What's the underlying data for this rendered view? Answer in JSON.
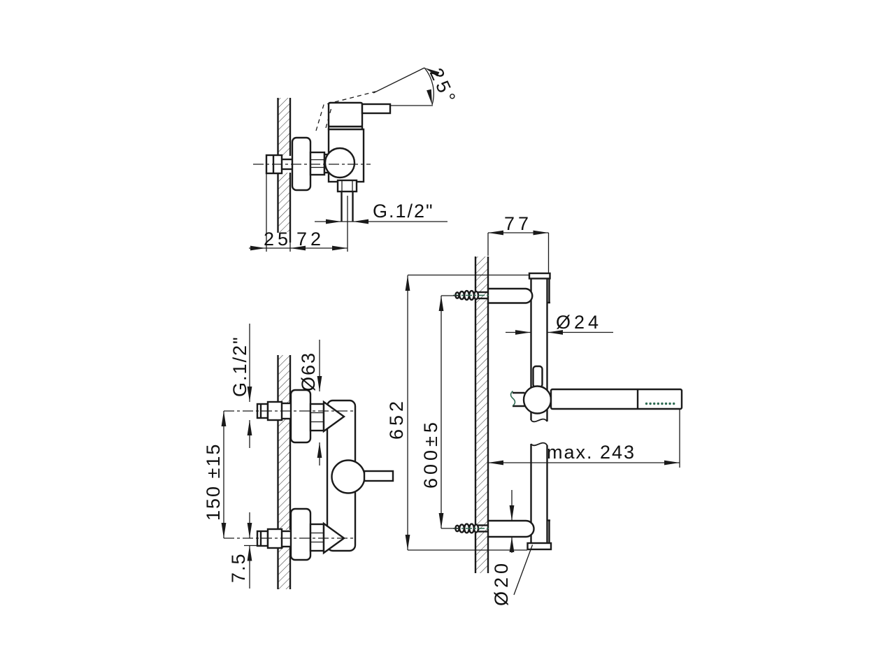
{
  "drawing": {
    "colors": {
      "line": "#1a1a1a",
      "accent": "#2e6b52",
      "background": "#ffffff"
    },
    "side_view": {
      "angle": "25°",
      "outlet_thread": "G.1/2\"",
      "wall_thickness": "25",
      "projection": "72"
    },
    "front_view": {
      "inlet_thread": "G.1/2\"",
      "escutcheon_diameter": "Ø63",
      "inlet_spacing": "150 ±15",
      "inlet_offset": "7.5"
    },
    "rail_view": {
      "bracket_depth": "77",
      "rail_diameter": "Ø24",
      "overall_height": "652",
      "fixing_centres": "600±5",
      "max_reach": "max. 243",
      "bracket_diameter": "Ø20"
    }
  }
}
